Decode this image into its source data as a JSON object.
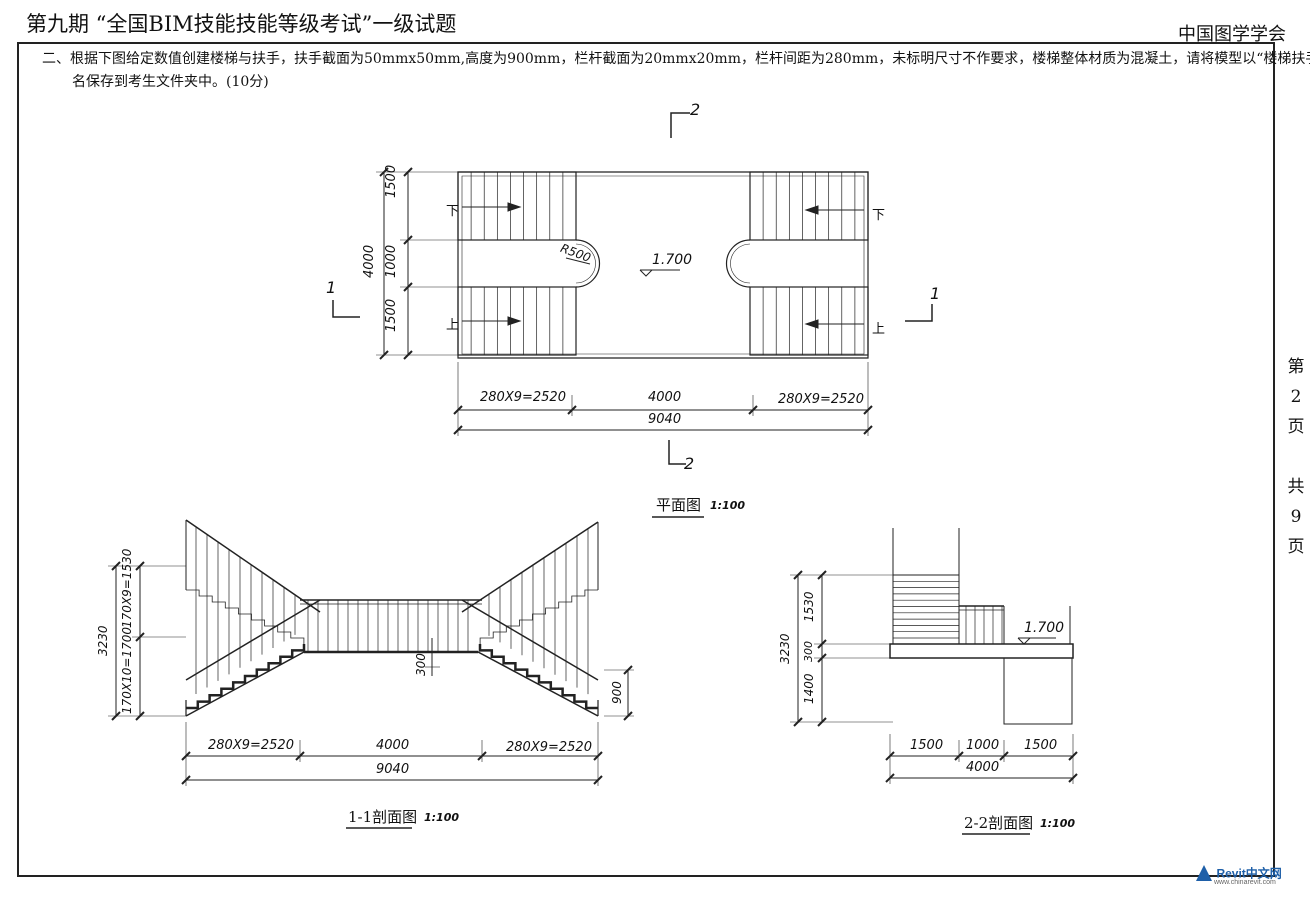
{
  "header": {
    "title": "第九期 “全国BIM技能技能等级考试”一级试题",
    "org": "中国图学学会"
  },
  "question": {
    "line1": "二、根据下图给定数值创建楼梯与扶手，扶手截面为50mmx50mm,高度为900mm，栏杆截面为20mmx20mm，栏杆间距为280mm，未标明尺寸不作要求，楼梯整体材质为混凝土，请将模型以“楼梯扶手”为文件",
    "line2": "名保存到考生文件夹中。(10分)"
  },
  "page": {
    "chars": [
      "第",
      "2",
      "页",
      "",
      "共",
      "9",
      "页"
    ]
  },
  "plan": {
    "title": "平面图",
    "scale": "1:100",
    "dim_left": [
      "1500",
      "1000",
      "1500"
    ],
    "dim_left_total": "4000",
    "dim_bottom": [
      "280X9=2520",
      "4000",
      "280X9=2520"
    ],
    "dim_bottom_total": "9040",
    "elev": "1.700",
    "radius": "R500",
    "down": "下",
    "up": "上",
    "sec1": "1",
    "sec2": "2"
  },
  "section11": {
    "title": "1-1剖面图",
    "scale": "1:100",
    "dim_left": [
      "170X9=1530",
      "170X10=1700"
    ],
    "dim_left_total": "3230",
    "dim_slab": "300",
    "dim_rail": "900",
    "dim_bottom": [
      "280X9=2520",
      "4000",
      "280X9=2520"
    ],
    "dim_bottom_total": "9040"
  },
  "section22": {
    "title": "2-2剖面图",
    "scale": "1:100",
    "dim_left": [
      "1530",
      "300",
      "1400"
    ],
    "dim_left_total": "3230",
    "elev": "1.700",
    "dim_bottom": [
      "1500",
      "1000",
      "1500"
    ],
    "dim_bottom_total": "4000"
  },
  "watermark": {
    "brand": "Revit中文网",
    "url": "www.chinarevit.com"
  }
}
